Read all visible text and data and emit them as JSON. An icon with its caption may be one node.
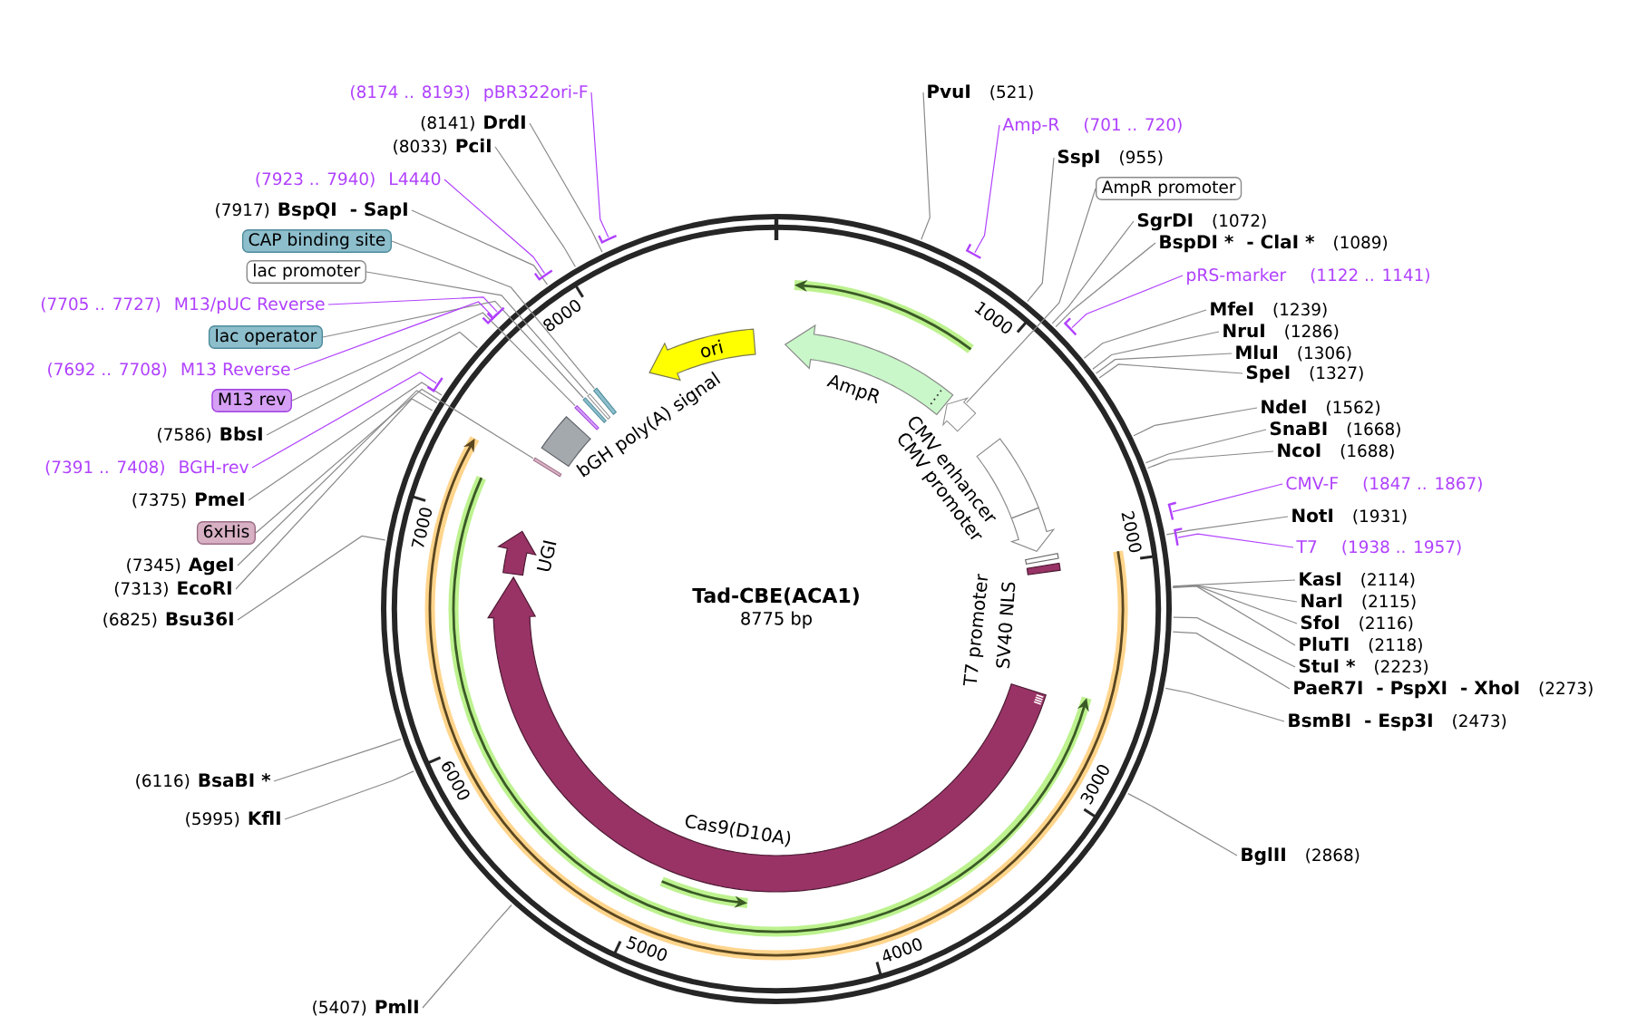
{
  "diagram": {
    "title": "Tad-CBE(ACA1)",
    "nodes": [
      {
        "text": [
          "(8174 .. 8193)",
          "pBR322ori-F"
        ]
      },
      {
        "text": [
          "(8141)",
          "DrdI"
        ]
      },
      {
        "text": [
          "(8033)",
          "PciI"
        ]
      },
      {
        "text": [
          "(7923 .. 7940)",
          "L4440"
        ]
      },
      {
        "text": [
          "(7917)",
          "BspQI",
          "- SapI"
        ]
      },
      {
        "text": [
          "CAP binding site"
        ]
      },
      {
        "text": [
          "lac promoter"
        ]
      },
      {
        "text": [
          "(7705 .. 7727)",
          "M13/pUC Reverse"
        ]
      },
      {
        "text": [
          "lac operator"
        ]
      },
      {
        "text": [
          "(7692 .. 7708)",
          "M13 Reverse"
        ]
      },
      {
        "text": [
          "M13 rev"
        ]
      },
      {
        "text": [
          "(7586)",
          "BbsI"
        ]
      },
      {
        "text": [
          "(7391 .. 7408)",
          "BGH-rev"
        ]
      },
      {
        "text": [
          "(7375)",
          "PmeI"
        ]
      },
      {
        "text": [
          "6xHis"
        ]
      },
      {
        "text": [
          "(7345)",
          "AgeI"
        ]
      },
      {
        "text": [
          "(7313)",
          "EcoRI"
        ]
      },
      {
        "text": [
          "(6825)",
          "Bsu36I"
        ]
      },
      {
        "text": [
          "(6116)",
          "BsaBI *"
        ]
      },
      {
        "text": [
          "(5995)",
          "KflI"
        ]
      },
      {
        "text": [
          "(5407)",
          "PmlI"
        ]
      },
      {
        "text": [
          "PvuI",
          "(521)"
        ]
      },
      {
        "text": [
          "Amp-R",
          "(701 .. 720)"
        ]
      },
      {
        "text": [
          "SspI",
          "(955)"
        ]
      },
      {
        "text": [
          "AmpR promoter"
        ]
      },
      {
        "text": [
          "SgrDI",
          "(1072)"
        ]
      },
      {
        "text": [
          "BspDI *",
          "- ClaI *",
          "(1089)"
        ]
      },
      {
        "text": [
          "pRS-marker",
          "(1122 .. 1141)"
        ]
      },
      {
        "text": [
          "MfeI",
          "(1239)"
        ]
      },
      {
        "text": [
          "NruI",
          "(1286)"
        ]
      },
      {
        "text": [
          "MluI",
          "(1306)"
        ]
      },
      {
        "text": [
          "SpeI",
          "(1327)"
        ]
      },
      {
        "text": [
          "NdeI",
          "(1562)"
        ]
      },
      {
        "text": [
          "SnaBI",
          "(1668)"
        ]
      },
      {
        "text": [
          "NcoI",
          "(1688)"
        ]
      },
      {
        "text": [
          "CMV-F",
          "(1847 .. 1867)"
        ]
      },
      {
        "text": [
          "NotI",
          "(1931)"
        ]
      },
      {
        "text": [
          "T7",
          "(1938 .. 1957)"
        ]
      },
      {
        "text": [
          "KasI",
          "(2114)"
        ]
      },
      {
        "text": [
          "NarI",
          "(2115)"
        ]
      },
      {
        "text": [
          "SfoI",
          "(2116)"
        ]
      },
      {
        "text": [
          "PluTI",
          "(2118)"
        ]
      },
      {
        "text": [
          "StuI *",
          "(2223)"
        ]
      },
      {
        "text": [
          "PaeR7I",
          "- PspXI",
          "- XhoI",
          "(2273)"
        ]
      },
      {
        "text": [
          "BsmBI",
          "- Esp3I",
          "(2473)"
        ]
      },
      {
        "text": [
          "BglII",
          "(2868)"
        ]
      },
      {
        "text": [
          "ori"
        ]
      },
      {
        "text": [
          "AmpR"
        ]
      },
      {
        "text": [
          "CMV enhancer"
        ]
      },
      {
        "text": [
          "CMV promoter"
        ]
      },
      {
        "text": [
          "T7 promoter"
        ]
      },
      {
        "text": [
          "SV40 NLS"
        ]
      },
      {
        "text": [
          "Cas9(D10A)"
        ]
      },
      {
        "text": [
          "UGI"
        ]
      },
      {
        "text": [
          "bGH poly(A) signal"
        ]
      },
      {
        "text": [],
        "shape": "arrow"
      },
      {
        "text": [],
        "shape": "bar"
      },
      {
        "text": [],
        "shape": "bar"
      },
      {
        "text": [],
        "shape": "bar"
      },
      {
        "text": [],
        "shape": "bar"
      },
      {
        "text": [],
        "shape": "bar"
      }
    ],
    "edges": [
      {
        "from": 0,
        "to": null,
        "arrow": "none",
        "color": "#b041ff"
      },
      {
        "from": 1,
        "to": null,
        "arrow": "none"
      },
      {
        "from": 2,
        "to": null,
        "arrow": "none"
      },
      {
        "from": 3,
        "to": null,
        "arrow": "none",
        "color": "#b041ff"
      },
      {
        "from": 4,
        "to": null,
        "arrow": "none"
      },
      {
        "from": 5,
        "to": 56,
        "arrow": "none"
      },
      {
        "from": 6,
        "to": 57,
        "arrow": "none"
      },
      {
        "from": 7,
        "to": null,
        "arrow": "none",
        "color": "#b041ff"
      },
      {
        "from": 8,
        "to": 58,
        "arrow": "none"
      },
      {
        "from": 9,
        "to": null,
        "arrow": "none",
        "color": "#b041ff"
      },
      {
        "from": 10,
        "to": 59,
        "arrow": "none"
      },
      {
        "from": 11,
        "to": null,
        "arrow": "none"
      },
      {
        "from": 12,
        "to": null,
        "arrow": "none",
        "color": "#b041ff"
      },
      {
        "from": 13,
        "to": null,
        "arrow": "none"
      },
      {
        "from": 14,
        "to": 60,
        "arrow": "none"
      },
      {
        "from": 15,
        "to": null,
        "arrow": "none"
      },
      {
        "from": 16,
        "to": null,
        "arrow": "none"
      },
      {
        "from": 17,
        "to": null,
        "arrow": "none"
      },
      {
        "from": 18,
        "to": null,
        "arrow": "none"
      },
      {
        "from": 19,
        "to": null,
        "arrow": "none"
      },
      {
        "from": 20,
        "to": null,
        "arrow": "none"
      },
      {
        "from": 21,
        "to": null,
        "arrow": "none"
      },
      {
        "from": 22,
        "to": null,
        "arrow": "none",
        "color": "#b041ff"
      },
      {
        "from": 23,
        "to": null,
        "arrow": "none"
      },
      {
        "from": 24,
        "to": 55,
        "arrow": "none"
      },
      {
        "from": 25,
        "to": null,
        "arrow": "none"
      },
      {
        "from": 26,
        "to": null,
        "arrow": "none"
      },
      {
        "from": 27,
        "to": null,
        "arrow": "none",
        "color": "#b041ff"
      },
      {
        "from": 28,
        "to": null,
        "arrow": "none"
      },
      {
        "from": 29,
        "to": null,
        "arrow": "none"
      },
      {
        "from": 30,
        "to": null,
        "arrow": "none"
      },
      {
        "from": 31,
        "to": null,
        "arrow": "none"
      },
      {
        "from": 32,
        "to": null,
        "arrow": "none"
      },
      {
        "from": 33,
        "to": null,
        "arrow": "none"
      },
      {
        "from": 34,
        "to": null,
        "arrow": "none"
      },
      {
        "from": 35,
        "to": null,
        "arrow": "none",
        "color": "#b041ff"
      },
      {
        "from": 36,
        "to": null,
        "arrow": "none"
      },
      {
        "from": 37,
        "to": null,
        "arrow": "none",
        "color": "#b041ff"
      },
      {
        "from": 38,
        "to": null,
        "arrow": "none"
      },
      {
        "from": 39,
        "to": null,
        "arrow": "none"
      },
      {
        "from": 40,
        "to": null,
        "arrow": "none"
      },
      {
        "from": 41,
        "to": null,
        "arrow": "none"
      },
      {
        "from": 42,
        "to": null,
        "arrow": "none"
      },
      {
        "from": 43,
        "to": null,
        "arrow": "none"
      },
      {
        "from": 44,
        "to": null,
        "arrow": "none"
      },
      {
        "from": 45,
        "to": null,
        "arrow": "none"
      }
    ],
    "labels": [
      "8775 bp",
      "1000",
      "2000",
      "3000",
      "4000",
      "5000",
      "6000",
      "7000",
      "8000"
    ]
  }
}
